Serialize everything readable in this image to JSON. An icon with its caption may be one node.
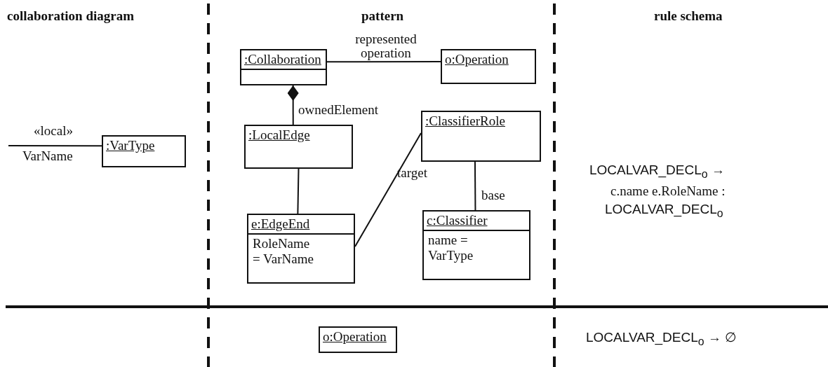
{
  "diagram": {
    "nodes": [
      {
        "text": [
          ":VarType"
        ]
      },
      {
        "text": [
          ":Collaboration"
        ]
      },
      {
        "text": [
          "o:Operation"
        ]
      },
      {
        "text": [
          ":LocalEdge"
        ]
      },
      {
        "text": [
          ":ClassifierRole"
        ]
      },
      {
        "text": [
          "e:EdgeEnd",
          "RoleName = VarName"
        ]
      },
      {
        "text": [
          "c:Classifier",
          "name = VarType"
        ]
      },
      {
        "text": [
          "o:Operation"
        ]
      }
    ],
    "edges": [
      {
        "from": null,
        "to": 0,
        "arrow": "none",
        "label": "«local»"
      },
      {
        "from": 1,
        "to": 2,
        "arrow": "none",
        "label": "represented operation"
      },
      {
        "from": 3,
        "to": 1,
        "arrow": "other",
        "label": "ownedElement"
      },
      {
        "from": 3,
        "to": 5,
        "arrow": "none"
      },
      {
        "from": 5,
        "to": 4,
        "arrow": "none",
        "label": "target"
      },
      {
        "from": 4,
        "to": 6,
        "arrow": "none",
        "label": "base"
      }
    ],
    "labels": [
      "collaboration diagram",
      "pattern",
      "rule schema",
      "VarName",
      "LOCALVAR_DECL$_{o}$ →",
      "c.name e.RoleName :",
      "LOCALVAR_DECL$_{o}$",
      "LOCALVAR_DECL$_{o}$ → ∅"
    ]
  }
}
